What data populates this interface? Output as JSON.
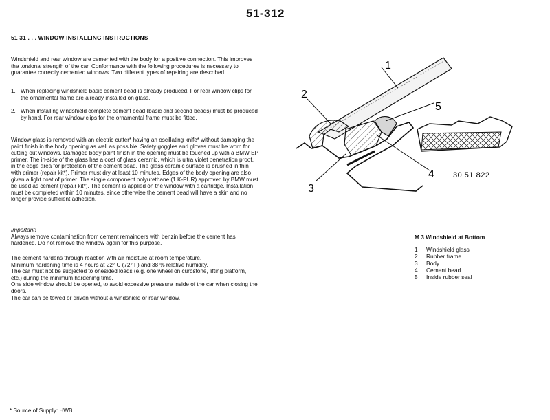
{
  "page_number": "51-312",
  "section_header": "51 31 . . .   WINDOW INSTALLING INSTRUCTIONS",
  "intro": "Windshield and rear window are cemented with the body for a positive connection. This improves the torsional strength of the car. Conformance with the following procedures is necessary to guarantee correctly cemented windows. Two different types of repairing are described.",
  "items": [
    {
      "num": "1.",
      "text": "When replacing windshield basic cement bead is already produced. For rear window clips for the ornamental frame are already installed on glass."
    },
    {
      "num": "2.",
      "text": "When installing windshield complete cement bead (basic and second beads) must be produced by hand. For rear window clips for the ornamental frame must be fitted."
    }
  ],
  "removal": "Window glass is removed with an electric cutter* having an oscillating knife* without damaging the paint finish in the body opening as well as possible. Safety goggles and gloves must be worn for cutting out windows. Damaged body paint finish in the opening must be touched up with a BMW EP primer. The in-side of the glass has a coat of glass ceramic, which is ultra violet penetration proof, in the edge area for protection of the cement bead. The glass ceramic surface is brushed in thin with primer (repair kit*). Primer must dry at least 10 minutes. Edges of the body opening are also given a light coat of primer. The single component polyurethane (1 K-PUR) approved by BMW must be used as cement (repair kit*). The cement is applied on the window with a cartridge. Installation must be completed within 10 minutes, since otherwise the cement bead will have a skin and no longer provide sufficient adhesion.",
  "important_label": "Important!",
  "important": "Always remove contamination from cement remainders with benzin before the cement has hardened. Do not remove the window again for this purpose.",
  "hardening": [
    "The cement hardens through reaction with air moisture at room temperature.",
    "Minimum hardening time is 4 hours at 22° C (72° F) and 38 % relative humidity.",
    "The car must not be subjected to onesided loads (e.g. one wheel on curbstone, lifting platform, etc.) during the minimum hardening time.",
    "One side window should be opened, to avoid excessive pressure inside of the car when closing the doors.",
    "The car can be towed or driven without a windshield or rear window."
  ],
  "footnote": "* Source of Supply: HWB",
  "figure": {
    "callouts": [
      "1",
      "2",
      "3",
      "4",
      "5"
    ],
    "part_code": "30 51 822",
    "caption": "M 3 Windshield at Bottom",
    "legend": [
      {
        "num": "1",
        "label": "Windshield glass"
      },
      {
        "num": "2",
        "label": "Rubber frame"
      },
      {
        "num": "3",
        "label": "Body"
      },
      {
        "num": "4",
        "label": "Cement bead"
      },
      {
        "num": "5",
        "label": "Inside rubber seal"
      }
    ]
  }
}
